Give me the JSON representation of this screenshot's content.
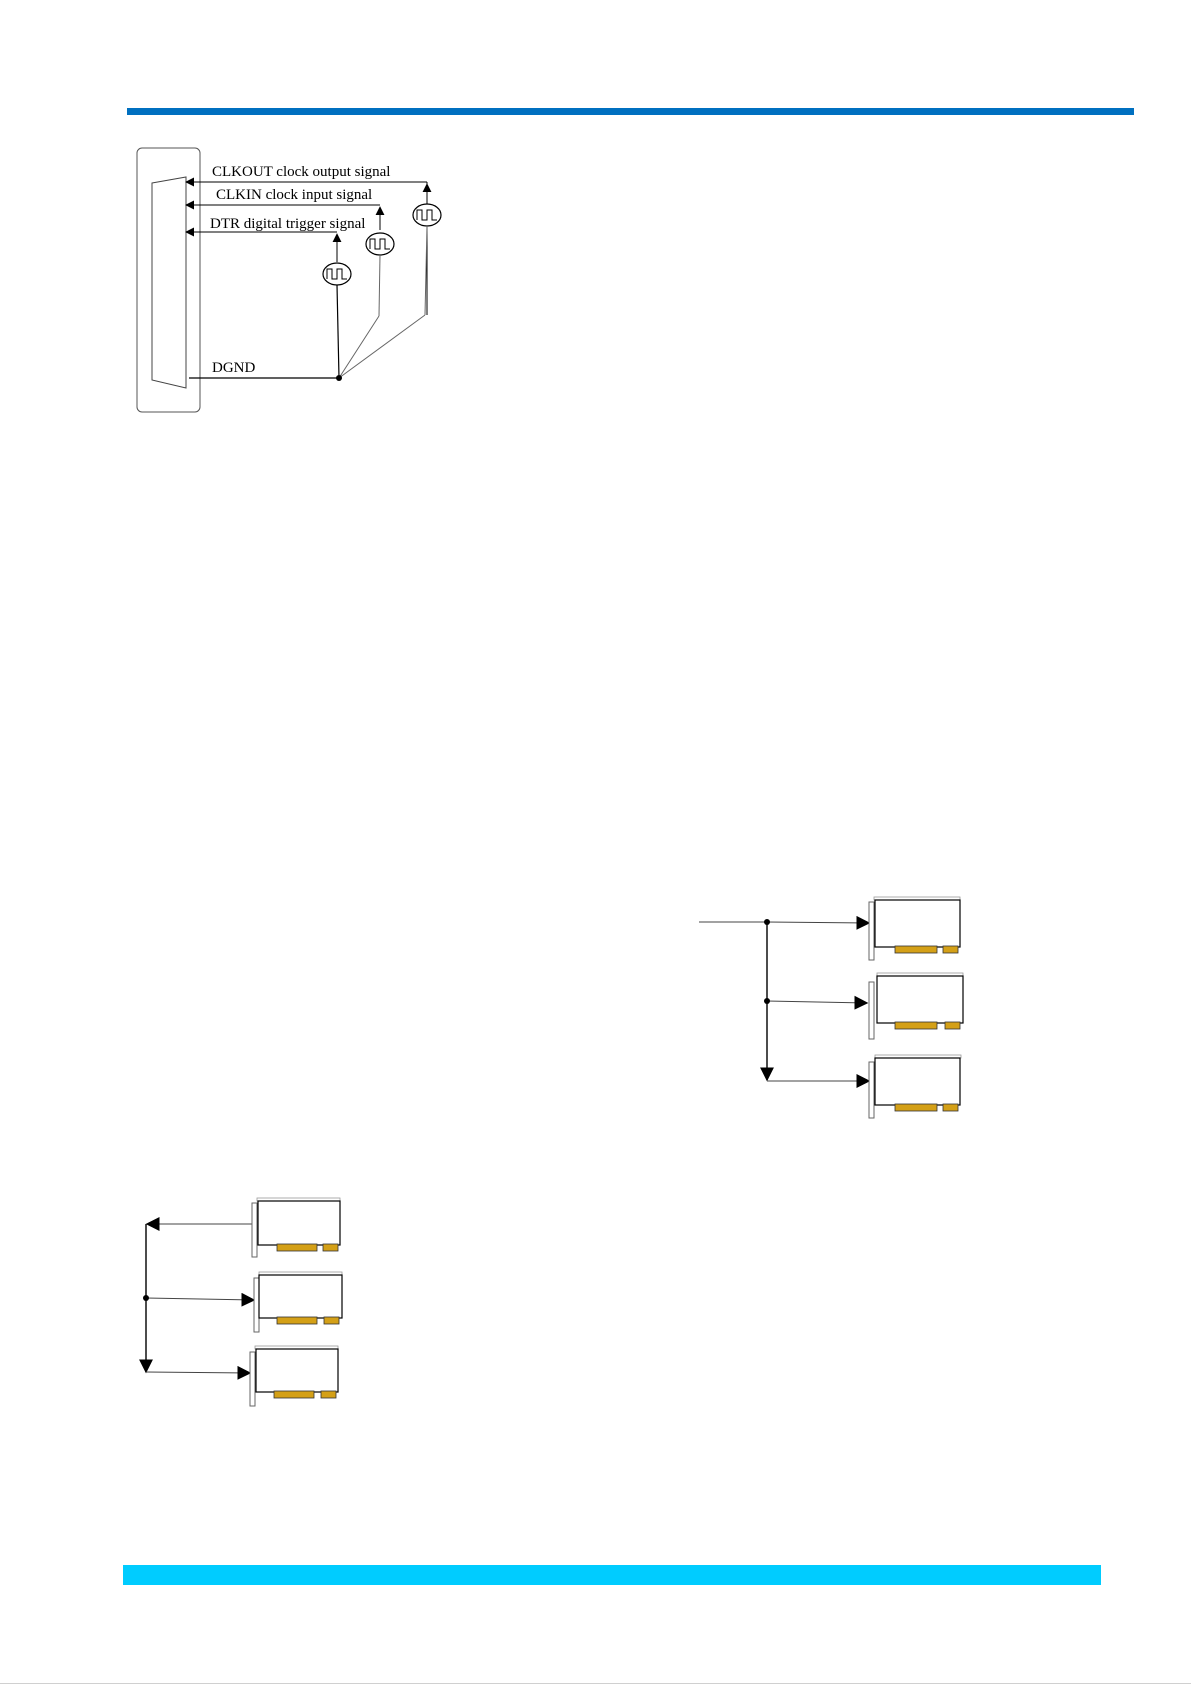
{
  "header": {
    "bar_color": "#0070c0"
  },
  "footer": {
    "bar_color": "#00ccff"
  },
  "wiring_diagram": {
    "signals": {
      "clkout": "CLKOUT clock output signal",
      "clkin": "CLKIN clock input signal",
      "dtr": "DTR digital trigger signal",
      "dgnd": "DGND"
    },
    "source_icon": "square-wave-source-icon"
  },
  "card_diagrams": {
    "right": {
      "card_count": 3,
      "description_icon": "pci-card-icon"
    },
    "left": {
      "card_count": 3,
      "description_icon": "pci-card-icon"
    }
  },
  "colors": {
    "card_gold": "#d4a017",
    "line": "#000000"
  }
}
